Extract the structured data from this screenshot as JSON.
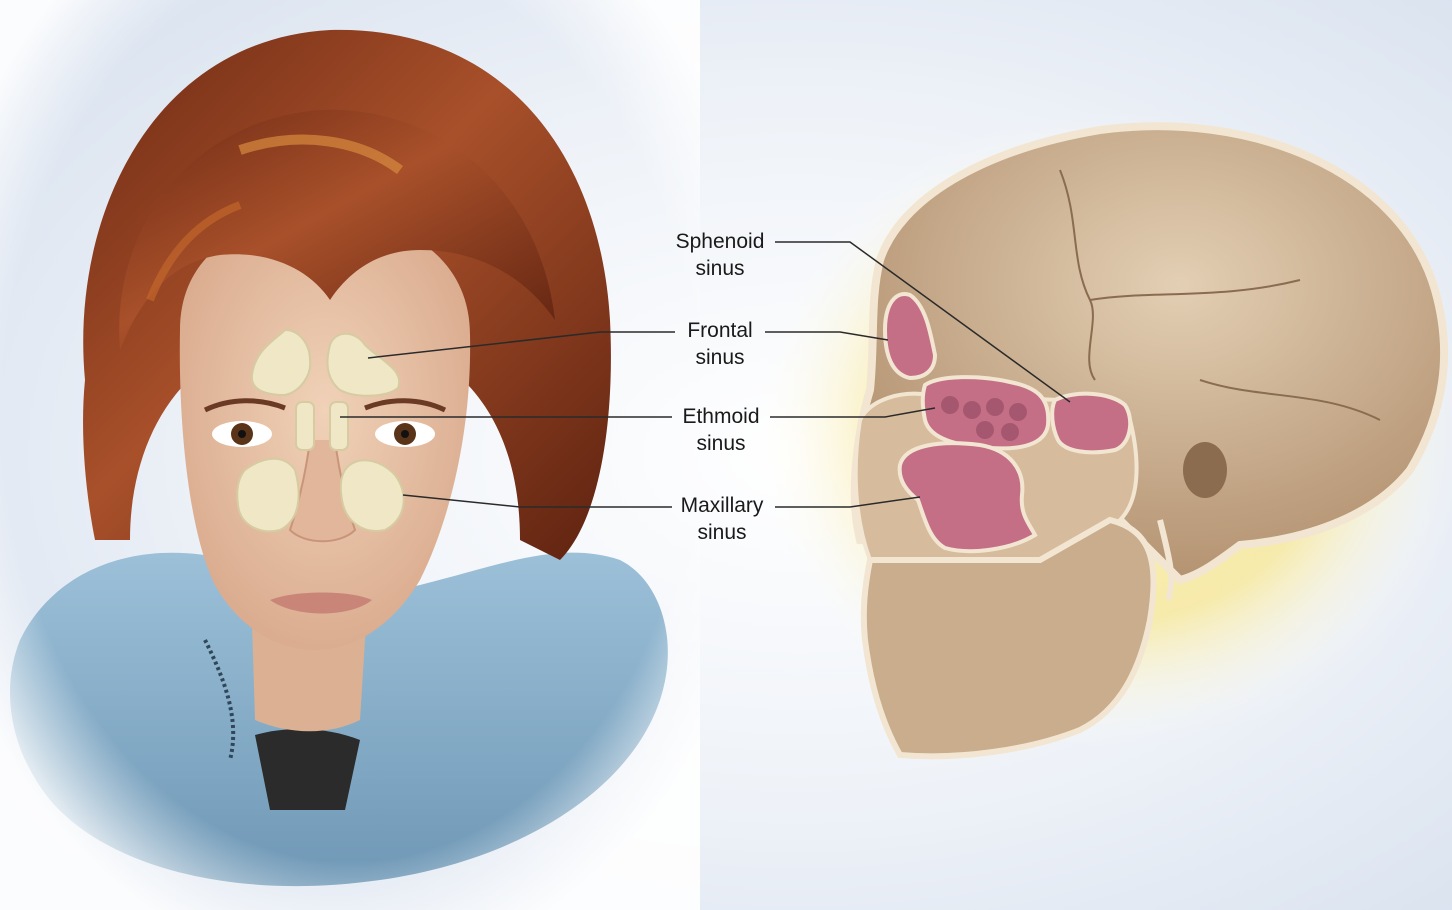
{
  "figure": {
    "labels": [
      {
        "id": "sphenoid",
        "line1": "Sphenoid",
        "line2": "sinus"
      },
      {
        "id": "frontal",
        "line1": "Frontal",
        "line2": "sinus"
      },
      {
        "id": "ethmoid",
        "line1": "Ethmoid",
        "line2": "sinus"
      },
      {
        "id": "maxillary",
        "line1": "Maxillary",
        "line2": "sinus"
      }
    ]
  },
  "colors": {
    "background_blue": "#dfe6f2",
    "skull_glow": "#f7e9a0",
    "hair": "#8a3a1c",
    "skin": "#e8c4a8",
    "scarf": "#8fb5cf",
    "sinus_face": "#efe7c6",
    "skull_bone": "#c9ad8c",
    "sinus_skull": "#c56f87",
    "leader_line": "#2a2a2a"
  }
}
